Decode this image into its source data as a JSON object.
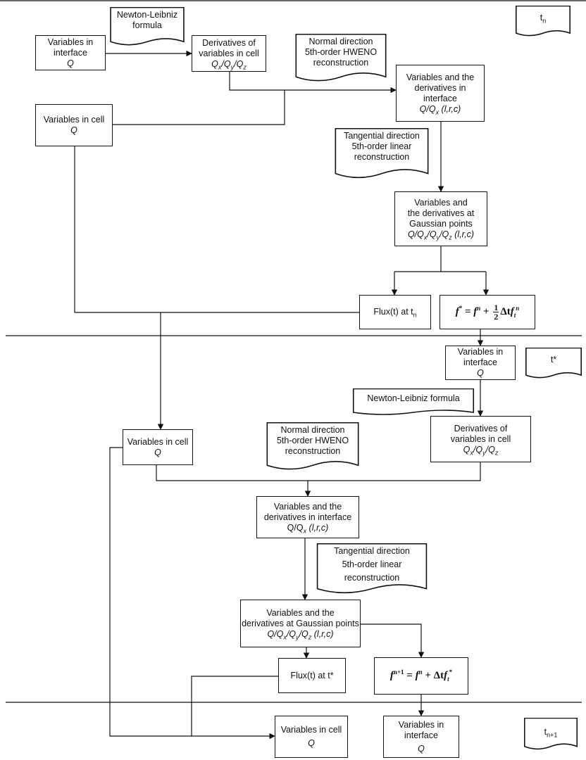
{
  "time_markers": {
    "tn": "t",
    "tn_sub": "n",
    "tstar": "t*",
    "tn1": "t",
    "tn1_sub": "n+1"
  },
  "notes": {
    "nl_top": [
      "Newton-Leibniz",
      "formula"
    ],
    "normal_top": [
      "Normal direction",
      "5th-order HWENO",
      "reconstruction"
    ],
    "tangential_top": [
      "Tangential direction",
      "5th-order linear",
      "reconstruction"
    ],
    "nl_mid": "Newton-Leibniz formula",
    "normal_mid": [
      "Normal direction",
      "5th-order HWENO",
      "reconstruction"
    ],
    "tangential_mid": [
      "Tangential direction",
      "5th-order linear",
      "reconstruction"
    ]
  },
  "boxes": {
    "var_interface_top": {
      "lines": [
        "Variables in",
        "interface"
      ],
      "sym": "Q"
    },
    "derivs_cell_top": {
      "lines": [
        "Derivatives of",
        "variables in cell"
      ],
      "sym": "Q",
      "s1": "x",
      "s2": "y",
      "s3": "z"
    },
    "var_cell_top": {
      "lines": [
        "Variables in cell"
      ],
      "sym": "Q"
    },
    "var_deriv_interface_top": {
      "lines": [
        "Variables and the",
        "derivatives in",
        "interface"
      ],
      "sym": "Q/Q",
      "sub": "x",
      "lrc": " (l,r,c)"
    },
    "gauss_top": {
      "lines": [
        "Variables and",
        "the derivatives at",
        "Gaussian points"
      ],
      "sym_a": "Q/Q",
      "s1": "x",
      "s2": "y",
      "s3": "z",
      "lrc": " (l,r,c)"
    },
    "flux_tn": {
      "label": "Flux(t) at t",
      "sub": "n"
    },
    "var_interface_mid": {
      "lines": [
        "Variables in",
        "interface"
      ],
      "sym": "Q"
    },
    "derivs_cell_mid": {
      "lines": [
        "Derivatives of",
        "variables in cell"
      ],
      "sym": "Q",
      "s1": "x",
      "s2": "y",
      "s3": "z"
    },
    "var_cell_mid": {
      "lines": [
        "Variables in cell"
      ],
      "sym": "Q"
    },
    "var_deriv_interface_mid": {
      "lines": [
        "Variables and the",
        "derivatives in interface"
      ],
      "sym": "Q/Q",
      "sub": "x",
      "lrc": " (l,r,c)"
    },
    "gauss_mid": {
      "lines": [
        "Variables and the",
        "derivatives at Gaussian points"
      ],
      "sym_a": "Q/Q",
      "s1": "x",
      "s2": "y",
      "s3": "z",
      "lrc": " (l,r,c)"
    },
    "flux_tstar": {
      "label": "Flux(t) at t*"
    },
    "var_cell_bottom": {
      "lines": [
        "Variables in cell"
      ],
      "sym": "Q"
    },
    "var_interface_bottom": {
      "lines": [
        "Variables in",
        "interface"
      ],
      "sym": "Q"
    }
  },
  "formulas": {
    "fstar": {
      "lhs": "f",
      "lhs_sup": "*",
      "eq": " = ",
      "f": "f",
      "f_sup": "n",
      "plus": " + ",
      "num": "1",
      "den": "2",
      "delta": "Δt",
      "ft": "f",
      "ft_sub": "t",
      "ft_sup": "n"
    },
    "fn1": {
      "lhs": "f",
      "lhs_sup": "n+1",
      "eq": " = ",
      "f": "f",
      "f_sup": "n",
      "plus": " + ",
      "delta": "Δt",
      "ft": "f",
      "ft_sub": "t",
      "ft_sup": "*"
    }
  }
}
